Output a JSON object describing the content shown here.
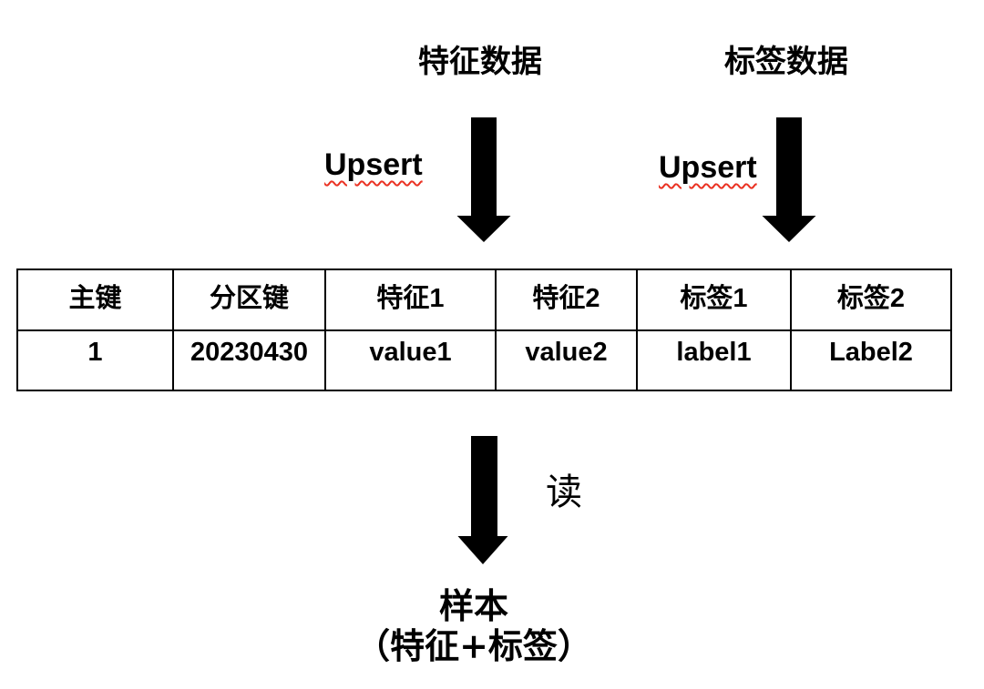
{
  "colors": {
    "background": "#ffffff",
    "text": "#000000",
    "arrow": "#000000",
    "table_border": "#000000",
    "squiggle": "#ea3223"
  },
  "top_labels": {
    "feature": "特征数据",
    "label": "标签数据"
  },
  "upsert": {
    "left_label": "Upsert",
    "right_label": "Upsert"
  },
  "table": {
    "headers": [
      "主键",
      "分区键",
      "特征1",
      "特征2",
      "标签1",
      "标签2"
    ],
    "rows": [
      [
        "1",
        "20230430",
        "value1",
        "value2",
        "label1",
        "Label2"
      ]
    ]
  },
  "read_label": "读",
  "bottom_caption": {
    "line1": "样本",
    "line2": "（特征+标签）"
  },
  "icons": {
    "top_left_arrow": "down-arrow",
    "top_right_arrow": "down-arrow",
    "bottom_arrow": "down-arrow"
  }
}
